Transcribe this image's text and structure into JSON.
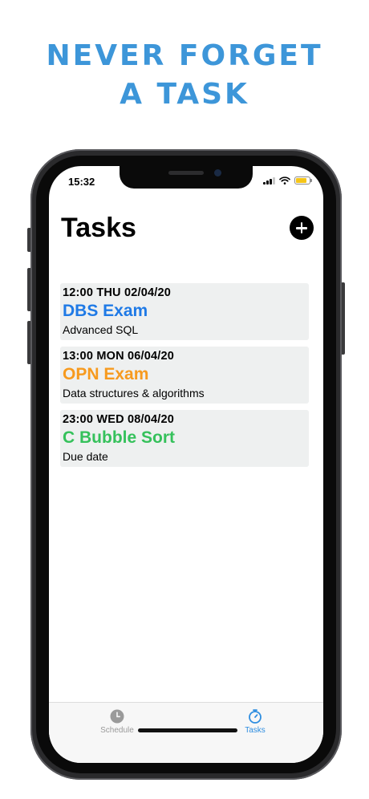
{
  "headline": {
    "line1": "NEVER FORGET",
    "line2": "A TASK"
  },
  "status_bar": {
    "time": "15:32"
  },
  "page": {
    "title": "Tasks"
  },
  "tasks": [
    {
      "date": "12:00 THU 02/04/20",
      "title": "DBS Exam",
      "description": "Advanced SQL",
      "color": "#1f7ae6"
    },
    {
      "date": "13:00 MON 06/04/20",
      "title": "OPN Exam",
      "description": "Data structures & algorithms",
      "color": "#f79a1e"
    },
    {
      "date": "23:00 WED 08/04/20",
      "title": "C Bubble Sort",
      "description": "Due date",
      "color": "#35c15b"
    }
  ],
  "tab_bar": {
    "items": [
      {
        "label": "Schedule",
        "icon": "clock-icon",
        "active": false
      },
      {
        "label": "Tasks",
        "icon": "stopwatch-icon",
        "active": true
      }
    ]
  },
  "colors": {
    "accent": "#3d96d9",
    "active_tab": "#2f8ee0",
    "inactive_tab": "#9a9a9a"
  }
}
